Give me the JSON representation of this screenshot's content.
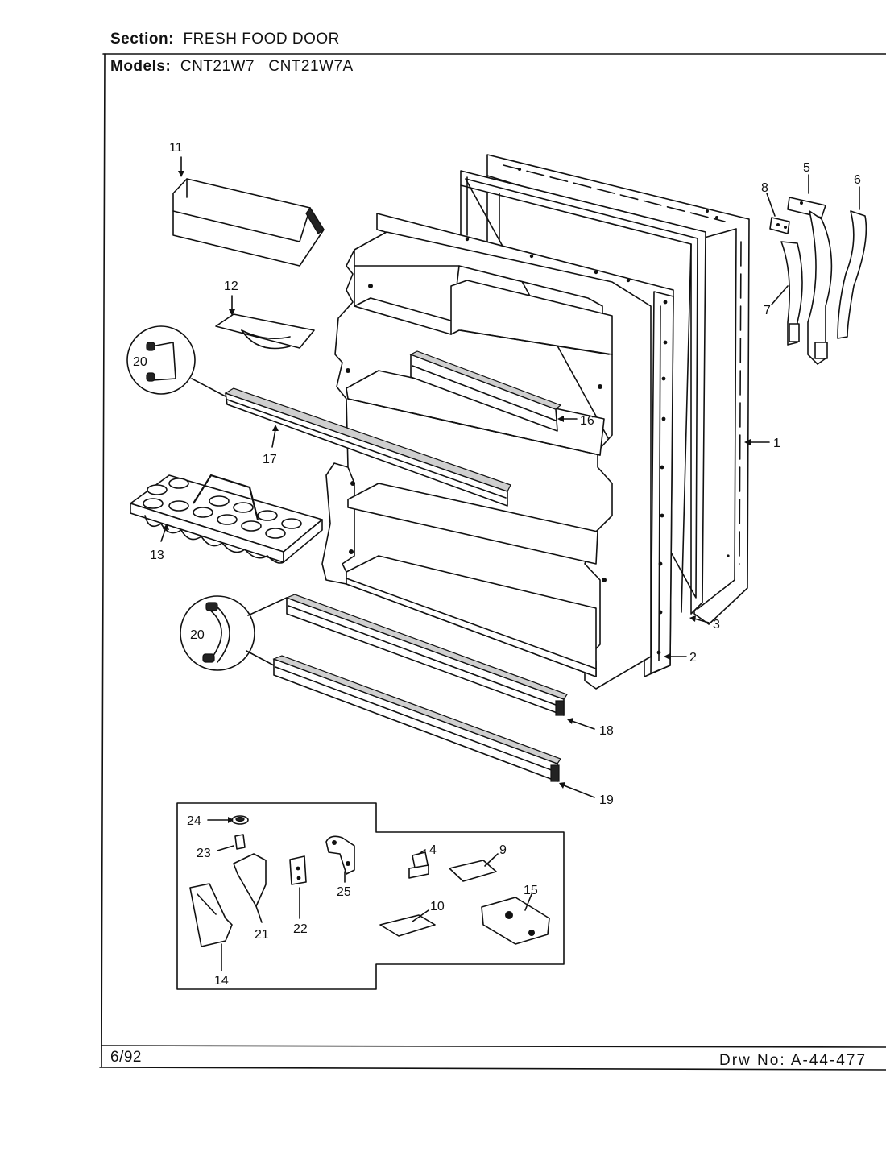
{
  "header": {
    "section_label": "Section:",
    "section_value": "FRESH FOOD DOOR",
    "models_label": "Models:",
    "models_value": "CNT21W7   CNT21W7A"
  },
  "footer": {
    "date": "6/92",
    "drawing_number": "Drw No: A-44-477"
  },
  "callouts": {
    "c1": "1",
    "c2": "2",
    "c3": "3",
    "c4": "4",
    "c5": "5",
    "c6": "6",
    "c7": "7",
    "c8": "8",
    "c9": "9",
    "c10": "10",
    "c11": "11",
    "c12": "12",
    "c13": "13",
    "c14": "14",
    "c15": "15",
    "c16": "16",
    "c17": "17",
    "c18": "18",
    "c19": "19",
    "c20a": "20",
    "c20b": "20",
    "c21": "21",
    "c22": "22",
    "c23": "23",
    "c24": "24",
    "c25": "25"
  }
}
